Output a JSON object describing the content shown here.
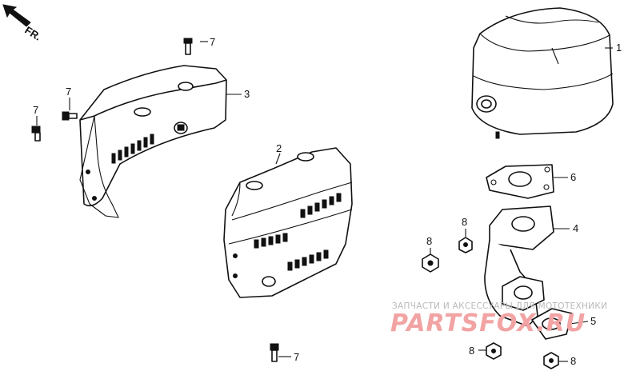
{
  "direction_marker": {
    "label": "FR.",
    "icon": "front-direction-arrow-icon"
  },
  "callouts": [
    {
      "id": "c1",
      "text": "1"
    },
    {
      "id": "c2",
      "text": "2"
    },
    {
      "id": "c3",
      "text": "3"
    },
    {
      "id": "c4",
      "text": "4"
    },
    {
      "id": "c5",
      "text": "5"
    },
    {
      "id": "c6",
      "text": "6"
    },
    {
      "id": "c7a",
      "text": "7"
    },
    {
      "id": "c7b",
      "text": "7"
    },
    {
      "id": "c7c",
      "text": "7"
    },
    {
      "id": "c7d",
      "text": "7"
    },
    {
      "id": "c8a",
      "text": "8"
    },
    {
      "id": "c8b",
      "text": "8"
    },
    {
      "id": "c8c",
      "text": "8"
    },
    {
      "id": "c8d",
      "text": "8"
    }
  ],
  "watermark": {
    "line1": "ЗАПЧАСТИ И АКСЕССУАРЫ ДЛЯ МОТОТЕХНИКИ",
    "line2": "PARTSFOX.RU",
    "color": "#f2a3a3"
  }
}
